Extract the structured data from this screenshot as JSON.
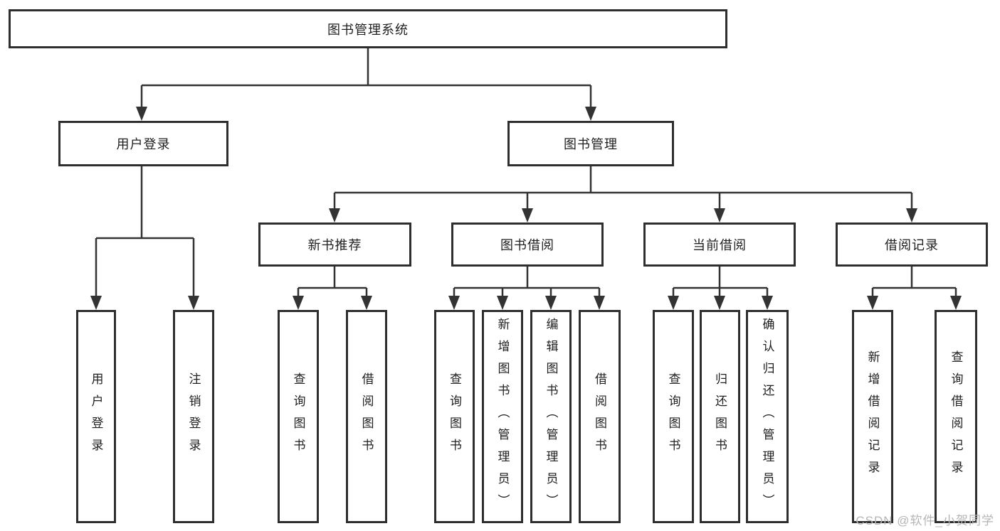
{
  "root": {
    "label": "图书管理系统"
  },
  "user_login": {
    "label": "用户登录",
    "children": [
      {
        "label": "用户登录"
      },
      {
        "label": "注销登录"
      }
    ]
  },
  "book_mgmt": {
    "label": "图书管理",
    "sections": [
      {
        "label": "新书推荐",
        "children": [
          {
            "label": "查询图书"
          },
          {
            "label": "借阅图书"
          }
        ]
      },
      {
        "label": "图书借阅",
        "children": [
          {
            "label": "查询图书"
          },
          {
            "label": "新增图书（管理员）"
          },
          {
            "label": "编辑图书（管理员）"
          },
          {
            "label": "借阅图书"
          }
        ]
      },
      {
        "label": "当前借阅",
        "children": [
          {
            "label": "查询图书"
          },
          {
            "label": "归还图书"
          },
          {
            "label": "确认归还（管理员）"
          }
        ]
      },
      {
        "label": "借阅记录",
        "children": [
          {
            "label": "新增借阅记录"
          },
          {
            "label": "查询借阅记录"
          }
        ]
      }
    ]
  },
  "watermark": "CSDN @软件_小贺同学",
  "colors": {
    "line": "#333333",
    "border": "#2e2e2e",
    "watermark": "#b5b5b5"
  }
}
